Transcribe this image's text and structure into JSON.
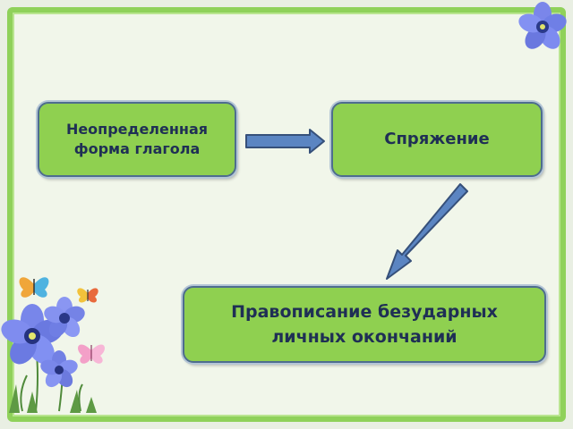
{
  "diagram": {
    "nodes": [
      {
        "id": "a",
        "label": "Неопределенная форма глагола"
      },
      {
        "id": "b",
        "label": "Спряжение"
      },
      {
        "id": "c",
        "label": "Правописание безударных личных окончаний"
      }
    ],
    "edges": [
      {
        "from": "a",
        "to": "b"
      },
      {
        "from": "b",
        "to": "c"
      }
    ]
  },
  "colors": {
    "node_fill": "#8fd050",
    "node_border": "#4e6d8e",
    "arrow_fill": "#5b85c2",
    "arrow_stroke": "#36507a",
    "frame": "#8fd15a",
    "flower": "#6f7fe6"
  },
  "decorations": {
    "icons": [
      "flower-icon",
      "butterfly-icon"
    ]
  }
}
